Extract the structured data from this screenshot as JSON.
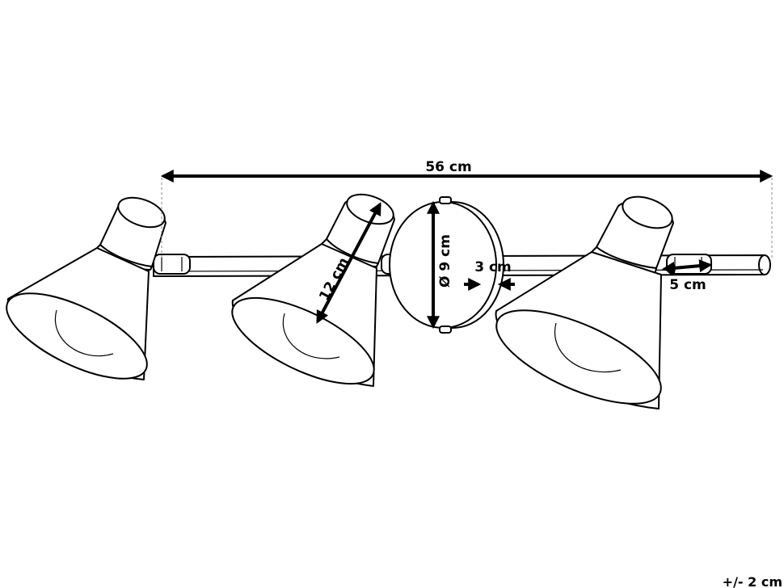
{
  "dimensions": {
    "total_length": "56 cm",
    "shade_length": "12 cm",
    "plate_diameter": "Ø 9 cm",
    "plate_depth": "3 cm",
    "arm_offset": "5 cm"
  },
  "tolerance": "+/- 2 cm",
  "colors": {
    "line": "#000000",
    "background": "#ffffff"
  }
}
